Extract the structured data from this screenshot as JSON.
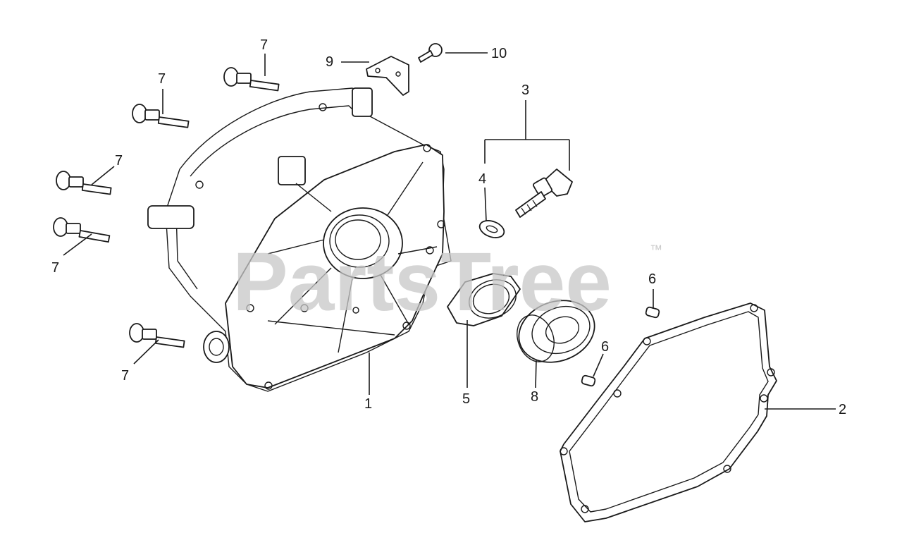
{
  "watermark": {
    "text": "PartsTree",
    "trademark": "™"
  },
  "callouts": {
    "p1": "1",
    "p2": "2",
    "p3": "3",
    "p4": "4",
    "p5": "5",
    "p6a": "6",
    "p6b": "6",
    "p7a": "7",
    "p7b": "7",
    "p7c": "7",
    "p7d": "7",
    "p7e": "7",
    "p8": "8",
    "p9": "9",
    "p10": "10"
  },
  "colors": {
    "line": "#1a1a1a",
    "watermark": "#c8c8c8",
    "background": "#ffffff"
  }
}
